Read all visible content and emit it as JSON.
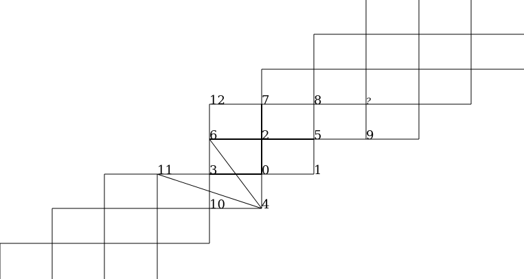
{
  "diagram": {
    "labels": {
      "n0": "0",
      "n1": "1",
      "n2": "2",
      "n3": "3",
      "n4": "4",
      "n5": "5",
      "n6": "6",
      "n7": "7",
      "n8": "8",
      "n9": "9",
      "n10": "10",
      "n11": "11",
      "n12": "12",
      "n13": "?"
    }
  }
}
